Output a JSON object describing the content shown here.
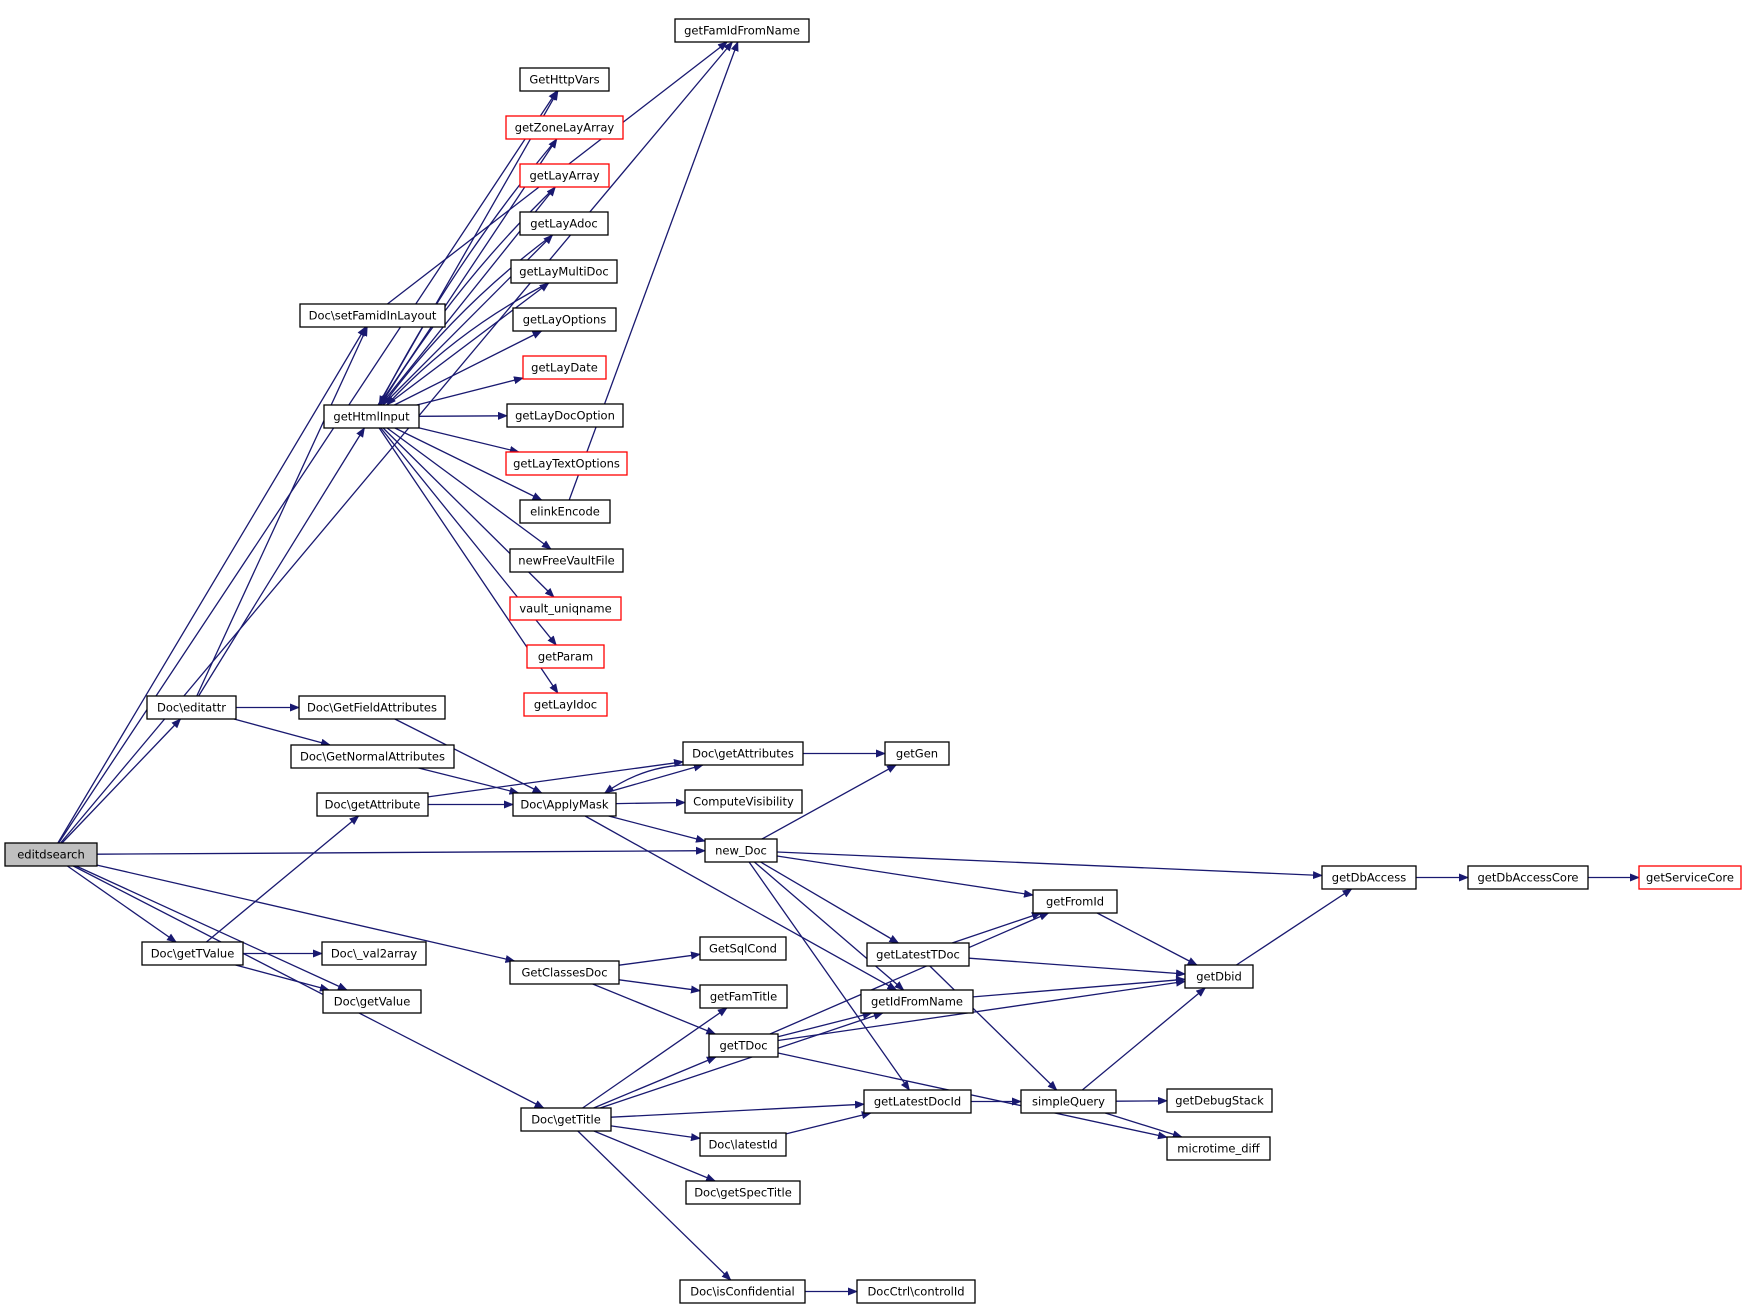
{
  "colors": {
    "edge": "#191970",
    "node_border": "#000000",
    "truncated_border": "#ff0000",
    "root_fill": "#bfbfbf",
    "node_fill": "#ffffff"
  },
  "nodes": [
    {
      "id": "editdsearch",
      "label": "editdsearch",
      "kind": "root"
    },
    {
      "id": "getFamIdFromName",
      "label": "getFamIdFromName",
      "kind": "normal"
    },
    {
      "id": "GetHttpVars",
      "label": "GetHttpVars",
      "kind": "normal"
    },
    {
      "id": "getZoneLayArray",
      "label": "getZoneLayArray",
      "kind": "truncated"
    },
    {
      "id": "getLayArray",
      "label": "getLayArray",
      "kind": "truncated"
    },
    {
      "id": "getLayAdoc",
      "label": "getLayAdoc",
      "kind": "normal"
    },
    {
      "id": "getLayMultiDoc",
      "label": "getLayMultiDoc",
      "kind": "normal"
    },
    {
      "id": "getLayOptions",
      "label": "getLayOptions",
      "kind": "normal"
    },
    {
      "id": "getLayDate",
      "label": "getLayDate",
      "kind": "truncated"
    },
    {
      "id": "getLayDocOption",
      "label": "getLayDocOption",
      "kind": "normal"
    },
    {
      "id": "getLayTextOptions",
      "label": "getLayTextOptions",
      "kind": "truncated"
    },
    {
      "id": "elinkEncode",
      "label": "elinkEncode",
      "kind": "normal"
    },
    {
      "id": "newFreeVaultFile",
      "label": "newFreeVaultFile",
      "kind": "normal"
    },
    {
      "id": "vault_uniqname",
      "label": "vault_uniqname",
      "kind": "truncated"
    },
    {
      "id": "getParam",
      "label": "getParam",
      "kind": "truncated"
    },
    {
      "id": "getLayIdoc",
      "label": "getLayIdoc",
      "kind": "truncated"
    },
    {
      "id": "setFamidInLayout",
      "label": "Doc\\setFamidInLayout",
      "kind": "normal"
    },
    {
      "id": "getHtmlInput",
      "label": "getHtmlInput",
      "kind": "normal"
    },
    {
      "id": "editattr",
      "label": "Doc\\editattr",
      "kind": "normal"
    },
    {
      "id": "GetFieldAttributes",
      "label": "Doc\\GetFieldAttributes",
      "kind": "normal"
    },
    {
      "id": "GetNormalAttributes",
      "label": "Doc\\GetNormalAttributes",
      "kind": "normal"
    },
    {
      "id": "getAttribute",
      "label": "Doc\\getAttribute",
      "kind": "normal"
    },
    {
      "id": "ApplyMask",
      "label": "Doc\\ApplyMask",
      "kind": "normal"
    },
    {
      "id": "getAttributes",
      "label": "Doc\\getAttributes",
      "kind": "normal"
    },
    {
      "id": "getGen",
      "label": "getGen",
      "kind": "normal"
    },
    {
      "id": "ComputeVisibility",
      "label": "ComputeVisibility",
      "kind": "normal"
    },
    {
      "id": "new_Doc",
      "label": "new_Doc",
      "kind": "normal"
    },
    {
      "id": "getDbAccess",
      "label": "getDbAccess",
      "kind": "normal"
    },
    {
      "id": "getDbAccessCore",
      "label": "getDbAccessCore",
      "kind": "normal"
    },
    {
      "id": "getServiceCore",
      "label": "getServiceCore",
      "kind": "truncated"
    },
    {
      "id": "getFromId",
      "label": "getFromId",
      "kind": "normal"
    },
    {
      "id": "getLatestTDoc",
      "label": "getLatestTDoc",
      "kind": "normal"
    },
    {
      "id": "getDbid",
      "label": "getDbid",
      "kind": "normal"
    },
    {
      "id": "getIdFromName",
      "label": "getIdFromName",
      "kind": "normal"
    },
    {
      "id": "getTValue",
      "label": "Doc\\getTValue",
      "kind": "normal"
    },
    {
      "id": "val2array",
      "label": "Doc\\_val2array",
      "kind": "normal"
    },
    {
      "id": "getValue",
      "label": "Doc\\getValue",
      "kind": "normal"
    },
    {
      "id": "GetClassesDoc",
      "label": "GetClassesDoc",
      "kind": "normal"
    },
    {
      "id": "GetSqlCond",
      "label": "GetSqlCond",
      "kind": "normal"
    },
    {
      "id": "getFamTitle",
      "label": "getFamTitle",
      "kind": "normal"
    },
    {
      "id": "getTDoc",
      "label": "getTDoc",
      "kind": "normal"
    },
    {
      "id": "getLatestDocId",
      "label": "getLatestDocId",
      "kind": "normal"
    },
    {
      "id": "simpleQuery",
      "label": "simpleQuery",
      "kind": "normal"
    },
    {
      "id": "getDebugStack",
      "label": "getDebugStack",
      "kind": "normal"
    },
    {
      "id": "microtime_diff",
      "label": "microtime_diff",
      "kind": "normal"
    },
    {
      "id": "getTitle",
      "label": "Doc\\getTitle",
      "kind": "normal"
    },
    {
      "id": "latestId",
      "label": "Doc\\latestId",
      "kind": "normal"
    },
    {
      "id": "getSpecTitle",
      "label": "Doc\\getSpecTitle",
      "kind": "normal"
    },
    {
      "id": "isConfidential",
      "label": "Doc\\isConfidential",
      "kind": "normal"
    },
    {
      "id": "controlId",
      "label": "DocCtrl\\controlId",
      "kind": "normal"
    }
  ],
  "edges": [
    [
      "editdsearch",
      "getFamIdFromName"
    ],
    [
      "editdsearch",
      "setFamidInLayout"
    ],
    [
      "editdsearch",
      "GetHttpVars"
    ],
    [
      "editdsearch",
      "editattr"
    ],
    [
      "editdsearch",
      "new_Doc"
    ],
    [
      "editdsearch",
      "getTValue"
    ],
    [
      "editdsearch",
      "getValue"
    ],
    [
      "editdsearch",
      "GetClassesDoc"
    ],
    [
      "editdsearch",
      "getTitle"
    ],
    [
      "setFamidInLayout",
      "getFamIdFromName"
    ],
    [
      "getHtmlInput",
      "GetHttpVars"
    ],
    [
      "getHtmlInput",
      "getZoneLayArray"
    ],
    [
      "getHtmlInput",
      "getLayArray"
    ],
    [
      "getHtmlInput",
      "getLayAdoc"
    ],
    [
      "getHtmlInput",
      "getLayMultiDoc"
    ],
    [
      "getHtmlInput",
      "getLayOptions"
    ],
    [
      "getHtmlInput",
      "getLayDate"
    ],
    [
      "getHtmlInput",
      "getLayDocOption"
    ],
    [
      "getHtmlInput",
      "getLayTextOptions"
    ],
    [
      "getHtmlInput",
      "elinkEncode"
    ],
    [
      "getHtmlInput",
      "newFreeVaultFile"
    ],
    [
      "getHtmlInput",
      "vault_uniqname"
    ],
    [
      "getHtmlInput",
      "getParam"
    ],
    [
      "getHtmlInput",
      "getLayIdoc"
    ],
    [
      "getZoneLayArray",
      "getHtmlInput"
    ],
    [
      "getLayArray",
      "getHtmlInput"
    ],
    [
      "getLayAdoc",
      "getHtmlInput"
    ],
    [
      "getLayMultiDoc",
      "getHtmlInput"
    ],
    [
      "elinkEncode",
      "getFamIdFromName"
    ],
    [
      "editattr",
      "setFamidInLayout"
    ],
    [
      "editattr",
      "getHtmlInput"
    ],
    [
      "editattr",
      "GetFieldAttributes"
    ],
    [
      "editattr",
      "GetNormalAttributes"
    ],
    [
      "GetFieldAttributes",
      "ApplyMask"
    ],
    [
      "GetNormalAttributes",
      "ApplyMask"
    ],
    [
      "getAttribute",
      "ApplyMask"
    ],
    [
      "getAttribute",
      "getAttributes"
    ],
    [
      "ApplyMask",
      "getAttributes"
    ],
    [
      "getAttributes",
      "ApplyMask"
    ],
    [
      "ApplyMask",
      "ComputeVisibility"
    ],
    [
      "ApplyMask",
      "new_Doc"
    ],
    [
      "ApplyMask",
      "getIdFromName"
    ],
    [
      "getAttributes",
      "getGen"
    ],
    [
      "new_Doc",
      "getGen"
    ],
    [
      "new_Doc",
      "getDbAccess"
    ],
    [
      "new_Doc",
      "getFromId"
    ],
    [
      "new_Doc",
      "getLatestTDoc"
    ],
    [
      "new_Doc",
      "getIdFromName"
    ],
    [
      "new_Doc",
      "getLatestDocId"
    ],
    [
      "getDbAccess",
      "getDbAccessCore"
    ],
    [
      "getDbAccessCore",
      "getServiceCore"
    ],
    [
      "getFromId",
      "getDbid"
    ],
    [
      "getLatestTDoc",
      "getFromId"
    ],
    [
      "getLatestTDoc",
      "getDbid"
    ],
    [
      "getLatestTDoc",
      "simpleQuery"
    ],
    [
      "getDbid",
      "getDbAccess"
    ],
    [
      "getIdFromName",
      "getDbid"
    ],
    [
      "getTValue",
      "getAttribute"
    ],
    [
      "getTValue",
      "val2array"
    ],
    [
      "getTValue",
      "getValue"
    ],
    [
      "GetClassesDoc",
      "GetSqlCond"
    ],
    [
      "GetClassesDoc",
      "getFamTitle"
    ],
    [
      "GetClassesDoc",
      "getTDoc"
    ],
    [
      "getTDoc",
      "getFromId"
    ],
    [
      "getTDoc",
      "getIdFromName"
    ],
    [
      "getTDoc",
      "getDbid"
    ],
    [
      "getTDoc",
      "microtime_diff"
    ],
    [
      "getLatestDocId",
      "simpleQuery"
    ],
    [
      "simpleQuery",
      "getDbid"
    ],
    [
      "simpleQuery",
      "getDebugStack"
    ],
    [
      "simpleQuery",
      "microtime_diff"
    ],
    [
      "getTitle",
      "getFamTitle"
    ],
    [
      "getTitle",
      "getTDoc"
    ],
    [
      "getTitle",
      "getIdFromName"
    ],
    [
      "getTitle",
      "latestId"
    ],
    [
      "getTitle",
      "getLatestDocId"
    ],
    [
      "getTitle",
      "getSpecTitle"
    ],
    [
      "getTitle",
      "isConfidential"
    ],
    [
      "latestId",
      "getLatestDocId"
    ],
    [
      "isConfidential",
      "controlId"
    ]
  ]
}
